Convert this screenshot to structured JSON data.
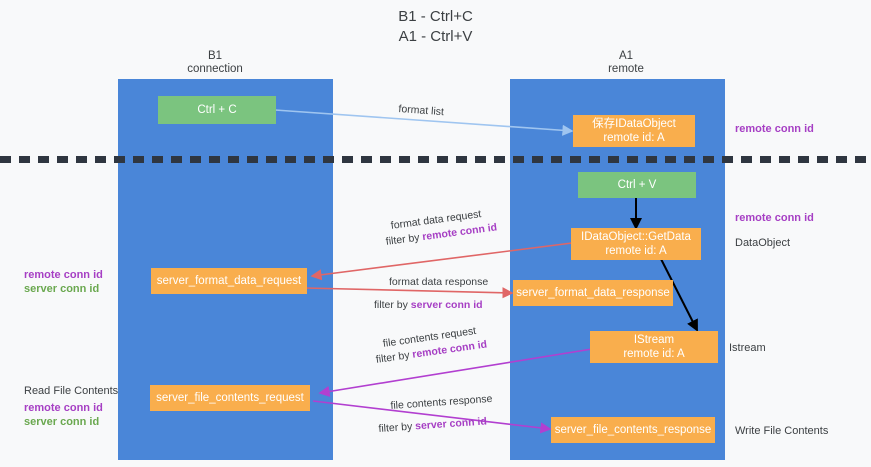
{
  "title": {
    "line1": "B1 - Ctrl+C",
    "line2": "A1 - Ctrl+V"
  },
  "columns": [
    {
      "name": "b1",
      "head_line1": "B1",
      "head_line2": "connection"
    },
    {
      "name": "a1",
      "head_line1": "A1",
      "head_line2": "remote"
    }
  ],
  "colors": {
    "lane": "#4a86d8",
    "green_node": "#7bc47f",
    "orange_node": "#f9ae4d",
    "divider": "#2f3640",
    "purple_text": "#a63fc4",
    "green_text": "#6aa84f",
    "blue_arrow": "#9fc5f0",
    "red_arrow": "#e06666",
    "black_arrow": "#000000",
    "magenta_arrow": "#b23fd0",
    "background": "#f8f9fa"
  },
  "nodes": {
    "ctrl_c": {
      "line1": "Ctrl + C"
    },
    "save_dataobject": {
      "line1": "保存IDataObject",
      "line2": "remote id: A"
    },
    "ctrl_v": {
      "line1": "Ctrl + V"
    },
    "getdata": {
      "line1": "IDataObject::GetData",
      "line2": "remote id: A"
    },
    "server_format_data_request": {
      "line1": "server_format_data_request"
    },
    "server_format_data_response": {
      "line1": "server_format_data_response"
    },
    "istream": {
      "line1": "IStream",
      "line2": "remote id: A"
    },
    "server_file_contents_request": {
      "line1": "server_file_contents_request"
    },
    "server_file_contents_response": {
      "line1": "server_file_contents_response"
    }
  },
  "right_labels": [
    {
      "name": "remote-conn-id-top",
      "text": "remote conn id"
    },
    {
      "name": "remote-conn-id-mid",
      "text": "remote conn id"
    },
    {
      "name": "dataobject",
      "text": "DataObject"
    },
    {
      "name": "istream",
      "text": "Istream"
    },
    {
      "name": "write-file-contents",
      "text": "Write File Contents"
    }
  ],
  "left_labels": {
    "group1": [
      {
        "name": "remote-conn-id",
        "text": "remote conn id"
      },
      {
        "name": "server-conn-id",
        "text": "server conn id"
      }
    ],
    "read_file_contents": "Read File Contents",
    "group2": [
      {
        "name": "remote-conn-id",
        "text": "remote conn id"
      },
      {
        "name": "server-conn-id",
        "text": "server conn id"
      }
    ]
  },
  "edge_labels": {
    "format_list": "format list",
    "format_data_request": "format data request",
    "format_data_request_filter_prefix": "filter by ",
    "format_data_request_filter_key": "remote conn id",
    "format_data_response": "format data response",
    "format_data_response_filter_prefix": "filter by ",
    "format_data_response_filter_key": "server conn id",
    "file_contents_request": "file contents request",
    "file_contents_request_filter_prefix": "filter by ",
    "file_contents_request_filter_key": "remote conn id",
    "file_contents_response": "file contents response",
    "file_contents_response_filter_prefix": "filter by ",
    "file_contents_response_filter_key": "server conn id"
  }
}
